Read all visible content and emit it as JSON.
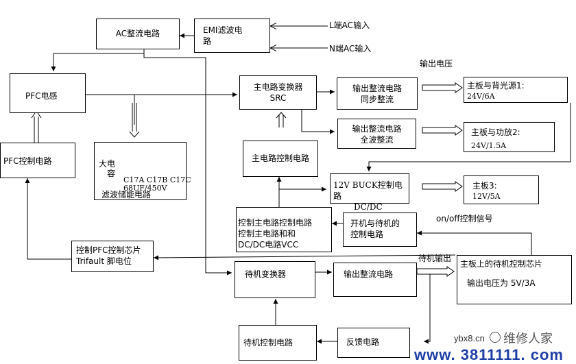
{
  "inputs": {
    "l_ac": "L端AC输入",
    "n_ac": "N端AC输入"
  },
  "blocks": {
    "ac_rectifier": "AC整流电路",
    "emi_filter_line1": "EMI滤波电",
    "emi_filter_line2": "路",
    "pfc_inductor": "PFC电感",
    "main_converter_line1": "主电路变换器",
    "main_converter_line2": "SRC",
    "out_rect_sync_line1": "输出整流电路",
    "out_rect_sync_line2": "同步整流",
    "out_rect_full_line1": "输出整流电路",
    "out_rect_full_line2": "全波整流",
    "pfc_control": "PFC控制电路",
    "bulk_cap_label_line1": "大电",
    "bulk_cap_label_line2": "容",
    "bulk_cap_parts": "C17A C17B C17C",
    "bulk_cap_rating": "68UF/450V",
    "bulk_cap_desc": "滤波储能电路",
    "main_control": "主电路控制电路",
    "buck_line1": "12V BUCK控制电路",
    "buck_line2": "DC/DC",
    "ctrl_main_line1": "控制主电路控制电路",
    "ctrl_main_line2": "控制主电路和和",
    "ctrl_main_line3": "DC/DC电路VCC",
    "power_standby_line1": "开机与待机的",
    "power_standby_line2": "控制电路",
    "pfc_chip_line1": "控制PFC控制芯片",
    "pfc_chip_line2": "Trifault 脚电位",
    "standby_converter": "待机变换器",
    "standby_out_rect": "输出整流电路",
    "standby_control": "待机控制电路",
    "feedback": "反馈电路",
    "standby_chip_line1": "主板上的待机控制芯片",
    "standby_chip_line2": "输出电压为 5V/3A"
  },
  "outputs": {
    "voltage_header": "输出电压",
    "out1_line1": "主板与背光源1:",
    "out1_line2": "24V/6A",
    "out2_line1": "主板与功放2:",
    "out2_line2": "24V/1.5A",
    "out3_line1": "主板3:",
    "out3_line2": "12V/5A"
  },
  "signals": {
    "onoff": "on/off控制信号",
    "standby_out": "待机输出"
  },
  "watermark": {
    "site": "ybx8.cn",
    "brand": "维修人家",
    "url": "www. 3811111. com"
  }
}
